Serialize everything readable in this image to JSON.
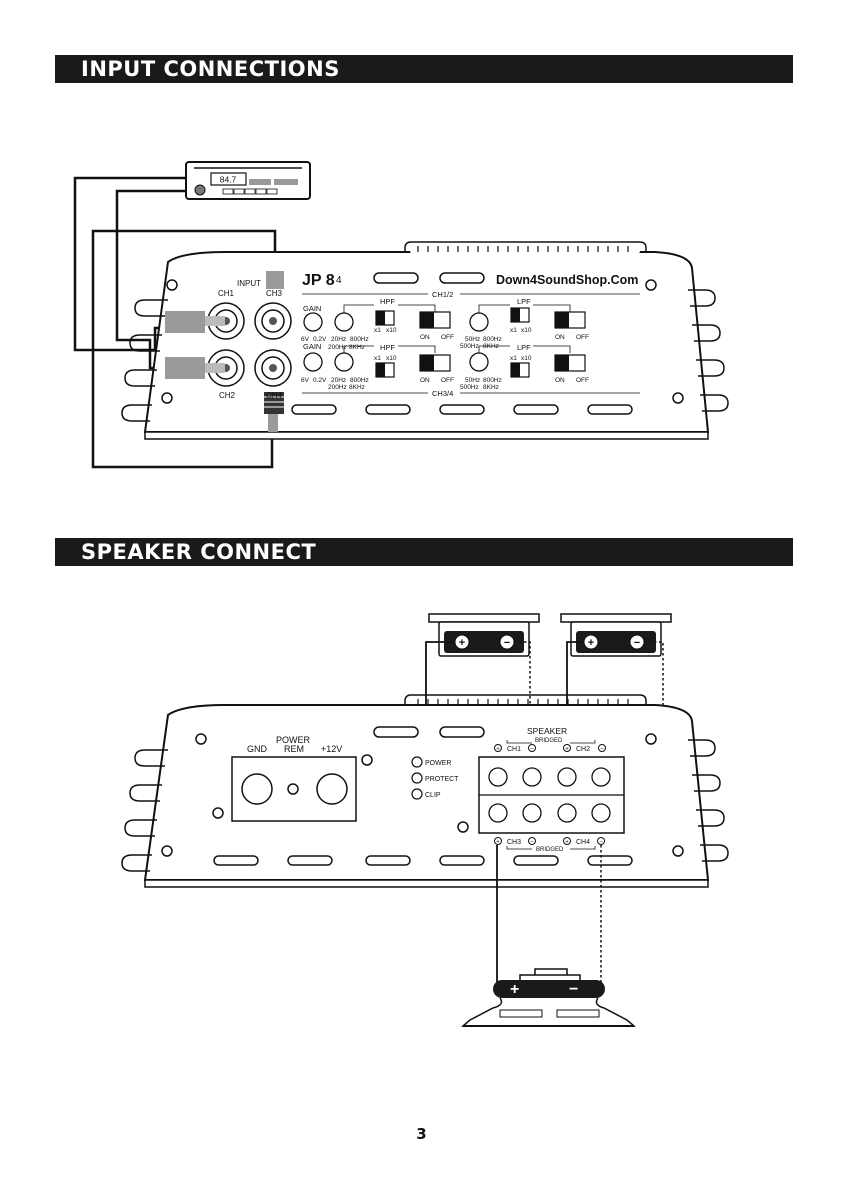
{
  "sections": {
    "input_title": "INPUT CONNECTIONS",
    "speaker_title": "SPEAKER CONNECT"
  },
  "head_unit": {
    "display": "84.7"
  },
  "amp_top": {
    "model": "JP 8",
    "model_sup": "4",
    "brand": "Down4SoundShop.Com",
    "input_label": "INPUT",
    "ch1": "CH1",
    "ch2": "CH2",
    "ch3": "CH3",
    "ch4": "CH4",
    "ch12": "CH1/2",
    "ch34": "CH3/4",
    "gain": "GAIN",
    "hpf": "HPF",
    "lpf": "LPF",
    "x1": "x1",
    "x10": "x10",
    "on": "ON",
    "off": "OFF",
    "v6": "6V",
    "v02": "0.2V",
    "hz20": "20Hz",
    "hz800": "800Hz",
    "hz200": "200Hz",
    "khz8": "8KHz",
    "hz50": "50Hz",
    "hz800b": "800Hz",
    "hz500": "500Hz",
    "khz8b": "8KHz"
  },
  "amp_bottom": {
    "power": "POWER",
    "gnd": "GND",
    "rem": "REM",
    "v12": "+12V",
    "led_power": "POWER",
    "led_protect": "PROTECT",
    "led_clip": "CLIP",
    "speaker": "SPEAKER",
    "bridged": "BRIDGED",
    "ch1": "CH1",
    "ch2": "CH2",
    "ch3": "CH3",
    "ch4": "CH4"
  },
  "page_number": "3"
}
